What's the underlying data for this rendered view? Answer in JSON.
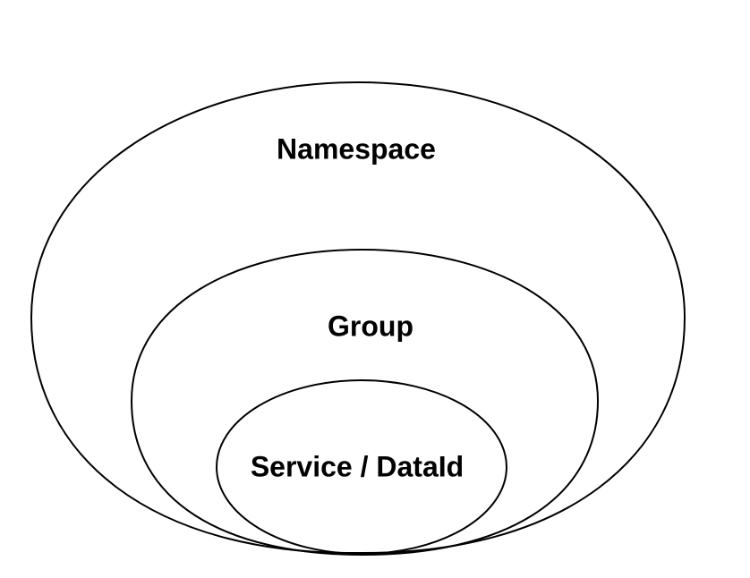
{
  "diagram": {
    "type": "nested-sets",
    "stroke_color": "#000000",
    "background_color": "#ffffff",
    "sets": [
      {
        "id": "namespace",
        "label": "Namespace"
      },
      {
        "id": "group",
        "label": "Group"
      },
      {
        "id": "service",
        "label": "Service / DataId"
      }
    ]
  }
}
